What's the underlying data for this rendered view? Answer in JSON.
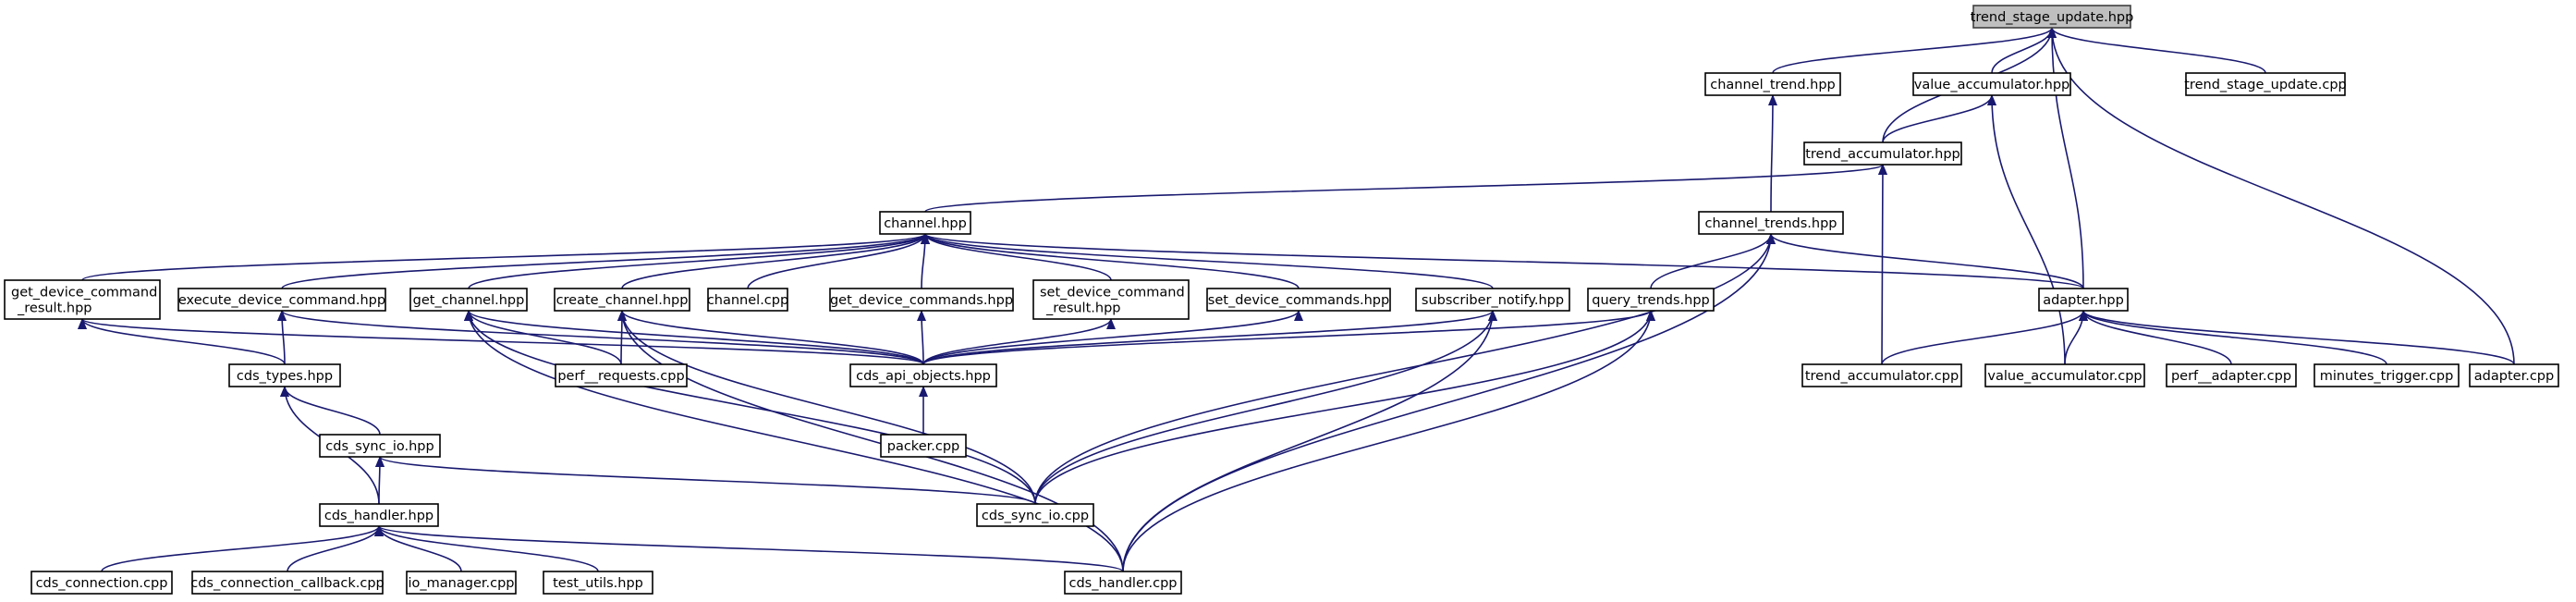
{
  "graph": {
    "root": "trend_stage_update.hpp",
    "edge_color": "#191970",
    "root_fill": "#bfbfbf",
    "nodes": [
      {
        "id": "trend_stage_update_hpp",
        "label": [
          "trend_stage_update.hpp"
        ],
        "root": true
      },
      {
        "id": "channel_trend_hpp",
        "label": [
          "channel_trend.hpp"
        ]
      },
      {
        "id": "value_accumulator_hpp",
        "label": [
          "value_accumulator.hpp"
        ]
      },
      {
        "id": "trend_stage_update_cpp",
        "label": [
          "trend_stage_update.cpp"
        ]
      },
      {
        "id": "trend_accumulator_hpp",
        "label": [
          "trend_accumulator.hpp"
        ]
      },
      {
        "id": "channel_hpp",
        "label": [
          "channel.hpp"
        ]
      },
      {
        "id": "channel_trends_hpp",
        "label": [
          "channel_trends.hpp"
        ]
      },
      {
        "id": "get_device_command_result_hpp",
        "label": [
          "get_device_command",
          "_result.hpp"
        ]
      },
      {
        "id": "execute_device_command_hpp",
        "label": [
          "execute_device_command.hpp"
        ]
      },
      {
        "id": "get_channel_hpp",
        "label": [
          "get_channel.hpp"
        ]
      },
      {
        "id": "create_channel_hpp",
        "label": [
          "create_channel.hpp"
        ]
      },
      {
        "id": "channel_cpp",
        "label": [
          "channel.cpp"
        ]
      },
      {
        "id": "get_device_commands_hpp",
        "label": [
          "get_device_commands.hpp"
        ]
      },
      {
        "id": "set_device_command_result_hpp",
        "label": [
          "set_device_command",
          "_result.hpp"
        ]
      },
      {
        "id": "set_device_commands_hpp",
        "label": [
          "set_device_commands.hpp"
        ]
      },
      {
        "id": "subscriber_notify_hpp",
        "label": [
          "subscriber_notify.hpp"
        ]
      },
      {
        "id": "query_trends_hpp",
        "label": [
          "query_trends.hpp"
        ]
      },
      {
        "id": "adapter_hpp",
        "label": [
          "adapter.hpp"
        ]
      },
      {
        "id": "cds_types_hpp",
        "label": [
          "cds_types.hpp"
        ]
      },
      {
        "id": "perf_requests_cpp",
        "label": [
          "perf__requests.cpp"
        ]
      },
      {
        "id": "cds_api_objects_hpp",
        "label": [
          "cds_api_objects.hpp"
        ]
      },
      {
        "id": "trend_accumulator_cpp",
        "label": [
          "trend_accumulator.cpp"
        ]
      },
      {
        "id": "value_accumulator_cpp",
        "label": [
          "value_accumulator.cpp"
        ]
      },
      {
        "id": "perf_adapter_cpp",
        "label": [
          "perf__adapter.cpp"
        ]
      },
      {
        "id": "minutes_trigger_cpp",
        "label": [
          "minutes_trigger.cpp"
        ]
      },
      {
        "id": "adapter_cpp",
        "label": [
          "adapter.cpp"
        ]
      },
      {
        "id": "cds_sync_io_hpp",
        "label": [
          "cds_sync_io.hpp"
        ]
      },
      {
        "id": "packer_cpp",
        "label": [
          "packer.cpp"
        ]
      },
      {
        "id": "cds_handler_hpp",
        "label": [
          "cds_handler.hpp"
        ]
      },
      {
        "id": "cds_sync_io_cpp",
        "label": [
          "cds_sync_io.cpp"
        ]
      },
      {
        "id": "cds_connection_cpp",
        "label": [
          "cds_connection.cpp"
        ]
      },
      {
        "id": "cds_connection_callback_cpp",
        "label": [
          "cds_connection_callback.cpp"
        ]
      },
      {
        "id": "io_manager_cpp",
        "label": [
          "io_manager.cpp"
        ]
      },
      {
        "id": "test_utils_hpp",
        "label": [
          "test_utils.hpp"
        ]
      },
      {
        "id": "cds_handler_cpp",
        "label": [
          "cds_handler.cpp"
        ]
      }
    ],
    "edges": [
      {
        "from": "channel_trend_hpp",
        "to": "trend_stage_update_hpp"
      },
      {
        "from": "value_accumulator_hpp",
        "to": "trend_stage_update_hpp"
      },
      {
        "from": "trend_stage_update_cpp",
        "to": "trend_stage_update_hpp"
      },
      {
        "from": "trend_accumulator_hpp",
        "to": "trend_stage_update_hpp"
      },
      {
        "from": "adapter_hpp",
        "to": "trend_stage_update_hpp"
      },
      {
        "from": "adapter_cpp",
        "to": "trend_stage_update_hpp"
      },
      {
        "from": "channel_trends_hpp",
        "to": "channel_trend_hpp"
      },
      {
        "from": "trend_accumulator_hpp",
        "to": "value_accumulator_hpp"
      },
      {
        "from": "value_accumulator_cpp",
        "to": "value_accumulator_hpp"
      },
      {
        "from": "channel_hpp",
        "to": "trend_accumulator_hpp"
      },
      {
        "from": "trend_accumulator_cpp",
        "to": "trend_accumulator_hpp"
      },
      {
        "from": "get_device_command_result_hpp",
        "to": "channel_hpp"
      },
      {
        "from": "execute_device_command_hpp",
        "to": "channel_hpp"
      },
      {
        "from": "get_channel_hpp",
        "to": "channel_hpp"
      },
      {
        "from": "create_channel_hpp",
        "to": "channel_hpp"
      },
      {
        "from": "channel_cpp",
        "to": "channel_hpp"
      },
      {
        "from": "get_device_commands_hpp",
        "to": "channel_hpp"
      },
      {
        "from": "set_device_command_result_hpp",
        "to": "channel_hpp"
      },
      {
        "from": "set_device_commands_hpp",
        "to": "channel_hpp"
      },
      {
        "from": "subscriber_notify_hpp",
        "to": "channel_hpp"
      },
      {
        "from": "adapter_hpp",
        "to": "channel_hpp"
      },
      {
        "from": "query_trends_hpp",
        "to": "channel_trends_hpp"
      },
      {
        "from": "adapter_hpp",
        "to": "channel_trends_hpp"
      },
      {
        "from": "cds_sync_io_cpp",
        "to": "channel_trends_hpp"
      },
      {
        "from": "cds_handler_cpp",
        "to": "channel_trends_hpp"
      },
      {
        "from": "cds_types_hpp",
        "to": "get_device_command_result_hpp"
      },
      {
        "from": "cds_api_objects_hpp",
        "to": "get_device_command_result_hpp"
      },
      {
        "from": "cds_types_hpp",
        "to": "execute_device_command_hpp"
      },
      {
        "from": "cds_api_objects_hpp",
        "to": "execute_device_command_hpp"
      },
      {
        "from": "cds_api_objects_hpp",
        "to": "get_channel_hpp"
      },
      {
        "from": "perf_requests_cpp",
        "to": "get_channel_hpp"
      },
      {
        "from": "cds_sync_io_cpp",
        "to": "get_channel_hpp"
      },
      {
        "from": "cds_handler_cpp",
        "to": "get_channel_hpp"
      },
      {
        "from": "perf_requests_cpp",
        "to": "create_channel_hpp"
      },
      {
        "from": "cds_api_objects_hpp",
        "to": "create_channel_hpp"
      },
      {
        "from": "cds_sync_io_cpp",
        "to": "create_channel_hpp"
      },
      {
        "from": "cds_handler_cpp",
        "to": "create_channel_hpp"
      },
      {
        "from": "cds_api_objects_hpp",
        "to": "get_device_commands_hpp"
      },
      {
        "from": "cds_api_objects_hpp",
        "to": "set_device_command_result_hpp"
      },
      {
        "from": "cds_api_objects_hpp",
        "to": "set_device_commands_hpp"
      },
      {
        "from": "cds_api_objects_hpp",
        "to": "subscriber_notify_hpp"
      },
      {
        "from": "cds_sync_io_cpp",
        "to": "subscriber_notify_hpp"
      },
      {
        "from": "cds_handler_cpp",
        "to": "subscriber_notify_hpp"
      },
      {
        "from": "cds_api_objects_hpp",
        "to": "query_trends_hpp"
      },
      {
        "from": "cds_sync_io_cpp",
        "to": "query_trends_hpp"
      },
      {
        "from": "cds_handler_cpp",
        "to": "query_trends_hpp"
      },
      {
        "from": "trend_accumulator_cpp",
        "to": "adapter_hpp"
      },
      {
        "from": "value_accumulator_cpp",
        "to": "adapter_hpp"
      },
      {
        "from": "perf_adapter_cpp",
        "to": "adapter_hpp"
      },
      {
        "from": "minutes_trigger_cpp",
        "to": "adapter_hpp"
      },
      {
        "from": "adapter_cpp",
        "to": "adapter_hpp"
      },
      {
        "from": "cds_sync_io_hpp",
        "to": "cds_types_hpp"
      },
      {
        "from": "cds_handler_hpp",
        "to": "cds_types_hpp"
      },
      {
        "from": "packer_cpp",
        "to": "cds_api_objects_hpp"
      },
      {
        "from": "cds_handler_hpp",
        "to": "cds_sync_io_hpp"
      },
      {
        "from": "cds_sync_io_cpp",
        "to": "cds_sync_io_hpp"
      },
      {
        "from": "cds_connection_cpp",
        "to": "cds_handler_hpp"
      },
      {
        "from": "cds_connection_callback_cpp",
        "to": "cds_handler_hpp"
      },
      {
        "from": "io_manager_cpp",
        "to": "cds_handler_hpp"
      },
      {
        "from": "test_utils_hpp",
        "to": "cds_handler_hpp"
      },
      {
        "from": "cds_handler_cpp",
        "to": "cds_handler_hpp"
      }
    ]
  }
}
